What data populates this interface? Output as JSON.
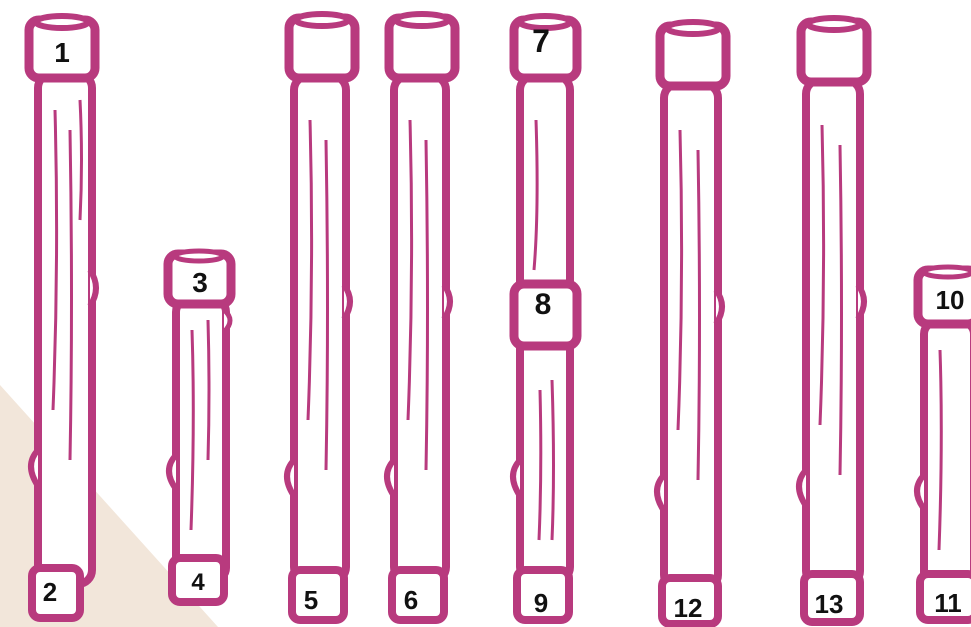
{
  "colors": {
    "outline": "#b83a7e",
    "fill": "#ffffff",
    "text": "#111111",
    "corner_accent": "#f2e6da"
  },
  "stick_labels": {
    "s1_top": "1",
    "s1_bottom": "2",
    "s2_top": "3",
    "s2_bottom": "4",
    "s3_bottom": "5",
    "s4_bottom": "6",
    "s5_top": "7",
    "s5_mid": "8",
    "s5_bottom": "9",
    "s6_bottom": "12",
    "s7_bottom": "13",
    "s8_top": "10",
    "s8_bottom": "11"
  }
}
